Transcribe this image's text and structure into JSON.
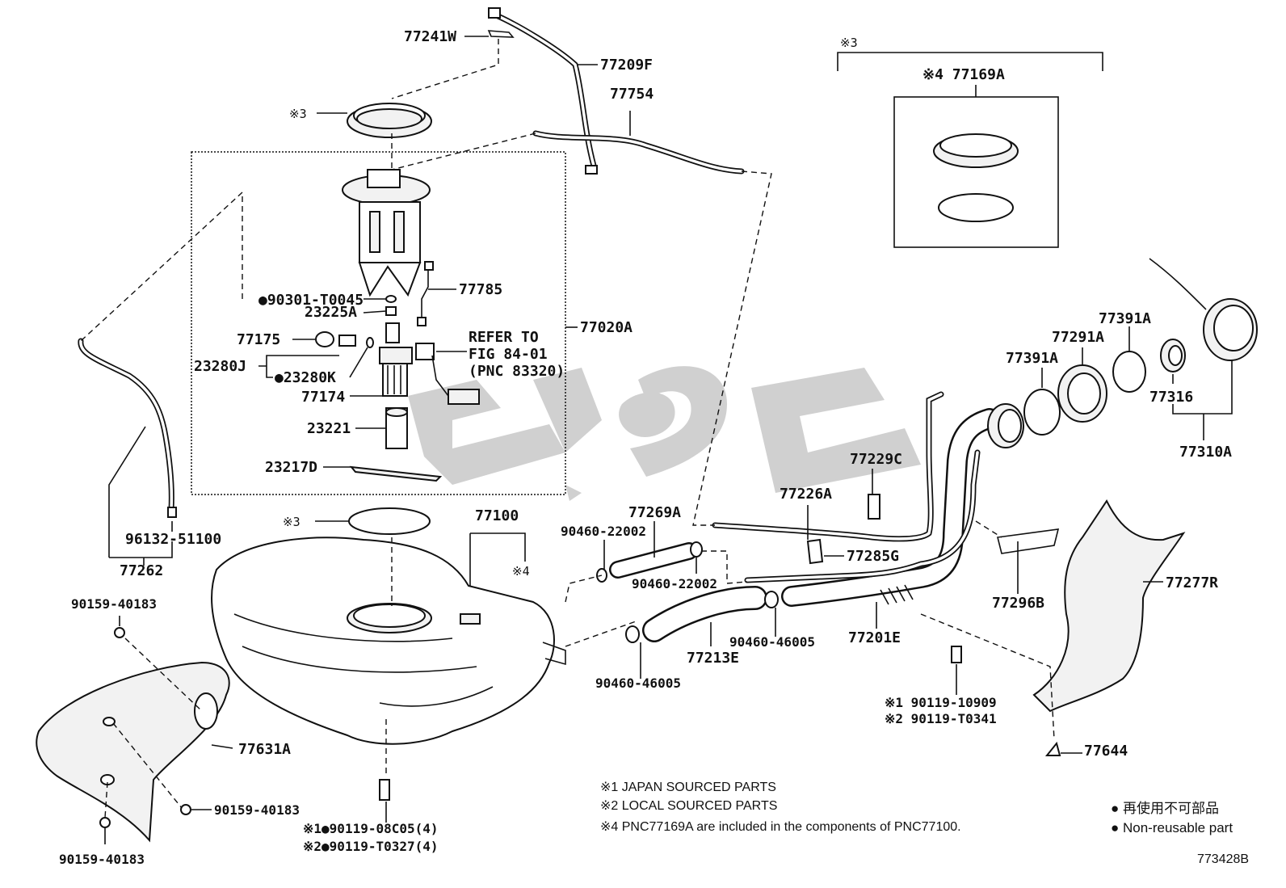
{
  "diagram_id": "773428B",
  "callouts": {
    "c77241W": "77241W",
    "c77209F": "77209F",
    "c77754": "77754",
    "cMark3a": "※3",
    "cMark3b": "※3",
    "cMark3c": "※3",
    "c77169A": "※4 77169A",
    "c90301": "90301-T0045",
    "c23225A": "23225A",
    "c77785": "77785",
    "c77175": "77175",
    "c77020A": "77020A",
    "cRefer1": "REFER TO",
    "cRefer2": "FIG 84-01",
    "cRefer3": "(PNC 83320)",
    "c23280J": "23280J",
    "c23280K": "23280K",
    "c77174": "77174",
    "c23221": "23221",
    "c23217D": "23217D",
    "c96132": "96132-51100",
    "c77262": "77262",
    "c77100": "77100",
    "cMark4": "※4",
    "c77269A": "77269A",
    "c90460a": "90460-22002",
    "c90460b": "90460-22002",
    "c77229C": "77229C",
    "c77226A": "77226A",
    "c77285G": "77285G",
    "c77391A1": "77391A",
    "c77391A2": "77391A",
    "c77291A": "77291A",
    "c77316": "77316",
    "c77310A": "77310A",
    "c77296B": "77296B",
    "c77277R": "77277R",
    "c90159a": "90159-40183",
    "c90159b": "90159-40183",
    "c90159c": "90159-40183",
    "c77631A": "77631A",
    "c90460c": "90460-46005",
    "c90460d": "90460-46005",
    "c77213E": "77213E",
    "c77201E": "77201E",
    "c90119a": "※1 90119-10909",
    "c90119b": "※2 90119-T0341",
    "c77644": "77644",
    "c90119c": "※1●90119-08C05(4)",
    "c90119d": "※2●90119-T0327(4)"
  },
  "notes": {
    "n1": "※1 JAPAN SOURCED PARTS",
    "n2": "※2 LOCAL SOURCED PARTS",
    "n3": "※4 PNC77169A are included in the components of PNC77100."
  },
  "legend": {
    "l1": "● 再使用不可部品",
    "l2": "● Non-reusable part"
  }
}
